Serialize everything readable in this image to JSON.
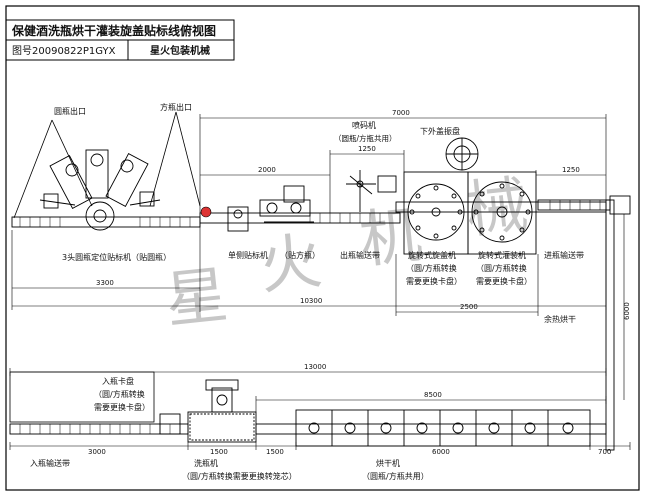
{
  "title_block": {
    "title": "保健酒洗瓶烘干灌装旋盖贴标线俯视图",
    "drawing_no": "图号20090822P1GYX",
    "company": "星火包装机械"
  },
  "labels": {
    "round_outlet": "圆瓶出口",
    "square_outlet": "方瓶出口",
    "coder": "喷码机",
    "coder_sub": "（圆瓶/方瓶共用）",
    "cap_tray": "下外盖振盘",
    "labeler3_a": "3头圆瓶定位贴标机（贴圆瓶）",
    "labeler1_a": "单侧贴标机",
    "labeler1_b": "（贴方瓶）",
    "exit_conveyor": "出瓶输送带",
    "capper_a": "旋转式旋盖机",
    "capper_b": "（圆/方瓶转换",
    "capper_c": "需要更换卡盘）",
    "filler_a": "旋转式灌装机",
    "filler_b": "（圆/方瓶转换",
    "filler_c": "需要更换卡盘）",
    "infeed_right": "进瓶输送带",
    "residual_heat": "余热烘干",
    "infeed_a": "入瓶卡盘",
    "infeed_b": "（圆/方瓶转换",
    "infeed_c": "需要更换卡盘）",
    "infeed_bottom": "入瓶输送带",
    "washer_a": "洗瓶机",
    "washer_b": "（圆/方瓶转换需要更换转笼芯）",
    "dryer_a": "烘干机",
    "dryer_b": "（圆瓶/方瓶共用）"
  },
  "dimensions": {
    "d7000": "7000",
    "d1250a": "1250",
    "d1250b": "1250",
    "d2000": "2000",
    "d3300": "3300",
    "d2500": "2500",
    "d10300": "10300",
    "d6000": "6000",
    "d13000": "13000",
    "d8500": "8500",
    "d3000": "3000",
    "d1500a": "1500",
    "d1500b": "1500",
    "d6000b": "6000",
    "d700": "700"
  },
  "watermark": "星火机械"
}
